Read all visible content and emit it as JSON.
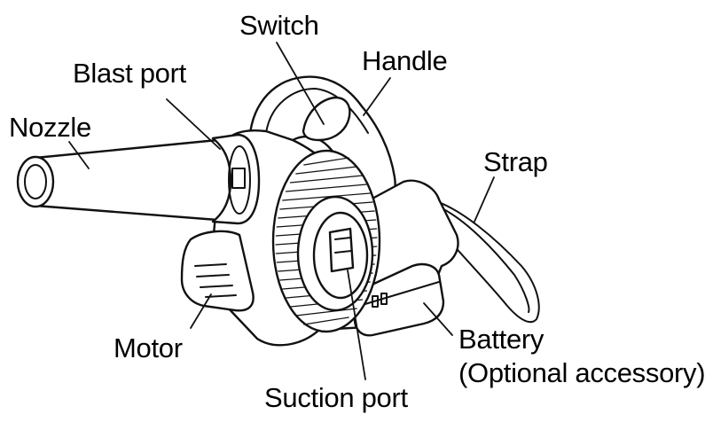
{
  "diagram": {
    "labels": {
      "switch": "Switch",
      "handle": "Handle",
      "blast_port": "Blast port",
      "nozzle": "Nozzle",
      "strap": "Strap",
      "motor": "Motor",
      "battery": "Battery",
      "battery_note": "(Optional accessory)",
      "suction_port": "Suction port"
    },
    "colors": {
      "ink": "#111111",
      "paper": "#ffffff"
    }
  }
}
